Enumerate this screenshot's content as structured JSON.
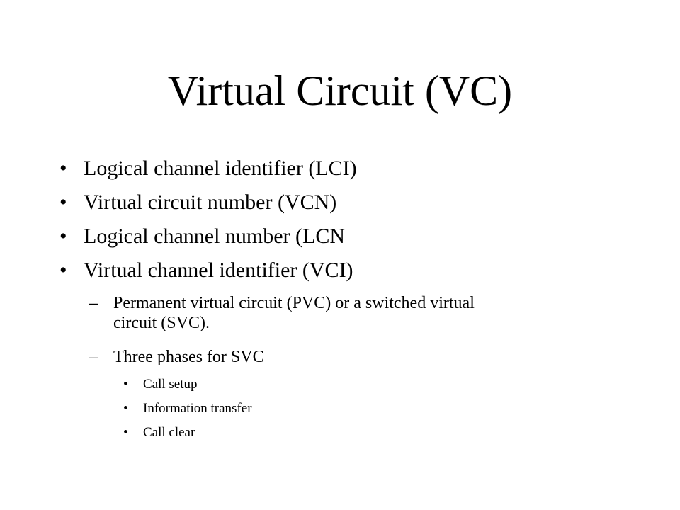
{
  "slide": {
    "title": "Virtual Circuit (VC)",
    "bullet_symbol": "•",
    "dash_symbol": "–",
    "items": [
      {
        "text": "Logical channel identifier (LCI)"
      },
      {
        "text": "Virtual circuit number (VCN)"
      },
      {
        "text": "Logical channel number (LCN"
      },
      {
        "text": "Virtual channel identifier (VCI)"
      }
    ],
    "subitems": [
      {
        "line1": "Permanent virtual circuit (PVC) or a switched virtual",
        "line2": "circuit (SVC)."
      },
      {
        "line1": "Three phases for SVC"
      }
    ],
    "phases": [
      {
        "text": "Call setup"
      },
      {
        "text": "Information transfer"
      },
      {
        "text": "Call clear"
      }
    ]
  }
}
